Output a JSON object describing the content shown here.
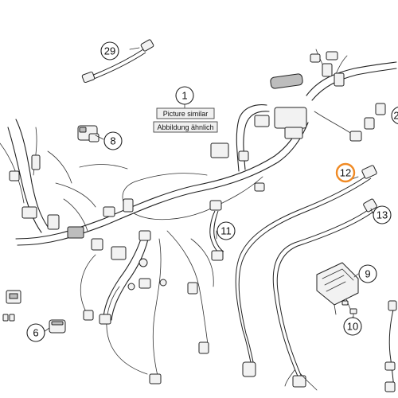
{
  "callouts": {
    "c1": "1",
    "c6": "6",
    "c8": "8",
    "c9": "9",
    "c10": "10",
    "c11": "11",
    "c12": "12",
    "c13": "13",
    "c29": "29",
    "c2": "2"
  },
  "notes": {
    "picture_similar": "Picture similar",
    "abbildung_aehnlich": "Abbildung ähnlich"
  },
  "colors": {
    "highlight": "#f08a24",
    "line": "#222222"
  }
}
